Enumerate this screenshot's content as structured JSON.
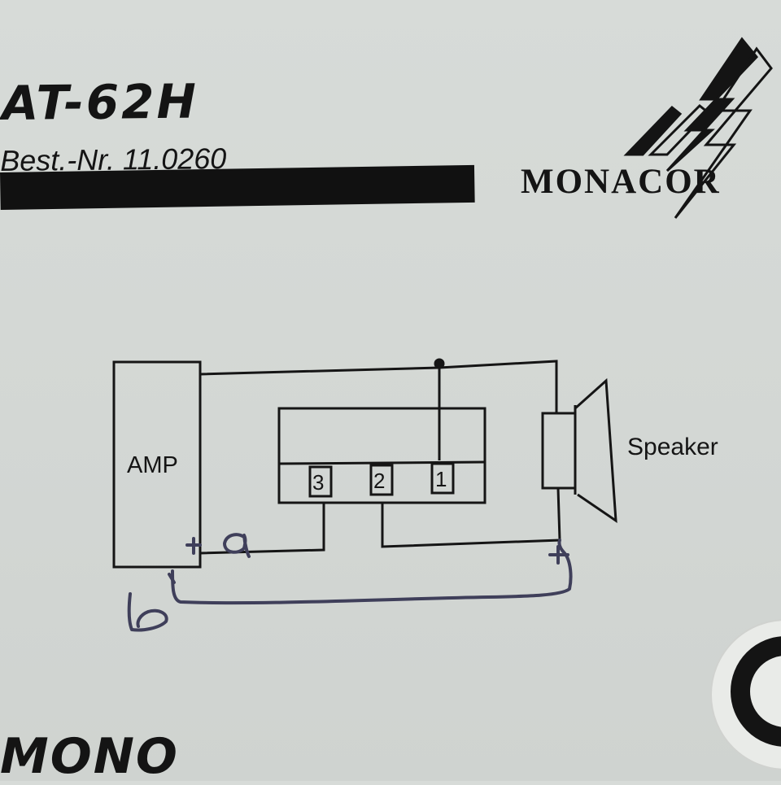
{
  "header": {
    "model": "AT-62H",
    "order_number": "Best.-Nr. 11.0260",
    "brand": "MONACOR"
  },
  "diagram": {
    "amp_label": "AMP",
    "speaker_label": "Speaker",
    "terminals": [
      "3",
      "2",
      "1"
    ],
    "handwritten_marks": [
      "a",
      "b"
    ]
  },
  "footer": {
    "mode": "MONO"
  },
  "colors": {
    "paper": "#d5d9d6",
    "ink": "#141414",
    "pen": "#3f3f5a"
  }
}
